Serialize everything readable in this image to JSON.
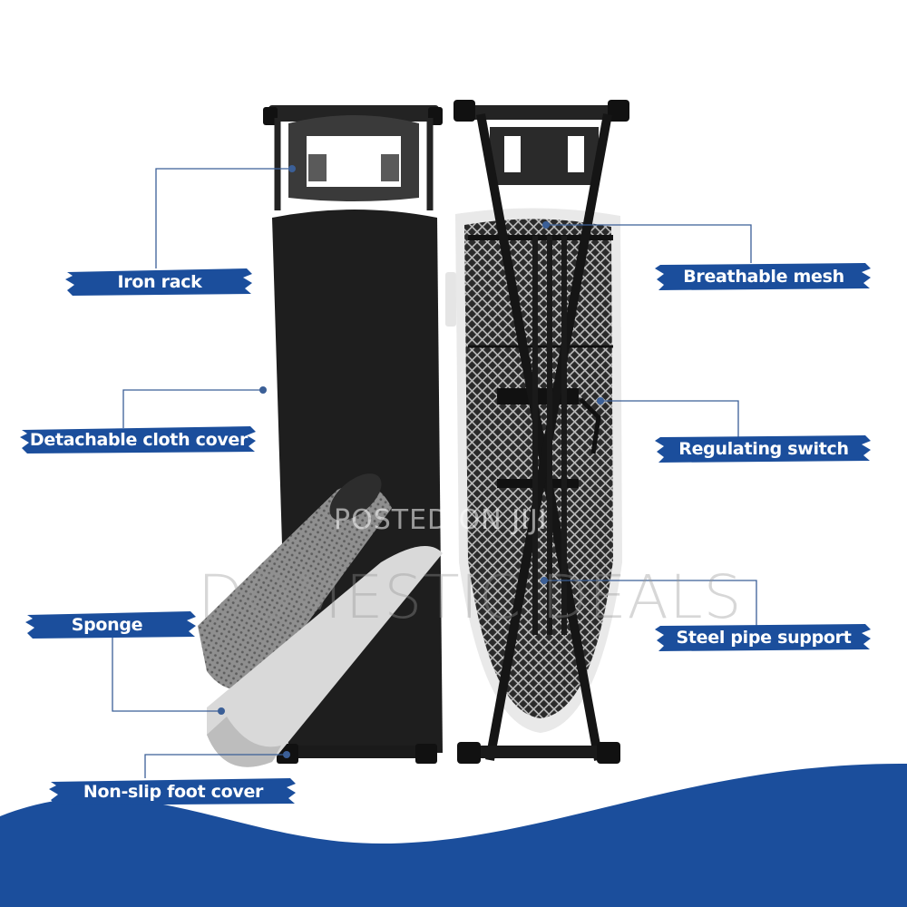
{
  "labels": {
    "iron_rack": "Iron rack",
    "detachable_cloth_cover": "Detachable cloth cover",
    "sponge": "Sponge",
    "non_slip_foot_cover": "Non-slip foot cover",
    "breathable_mesh": "Breathable mesh",
    "regulating_switch": "Regulating switch",
    "steel_pipe_support": "Steel pipe support"
  },
  "watermark": {
    "line1": "POSTED ON JIJI",
    "line2": "DOMESTIC DEALS"
  },
  "colors": {
    "label_blue": "#1b4e9c",
    "wave_blue": "#1b4e9c",
    "board_black": "#1e1e1e",
    "mesh_silver": "#c9c9c9",
    "leader_line": "#3b5f97"
  }
}
